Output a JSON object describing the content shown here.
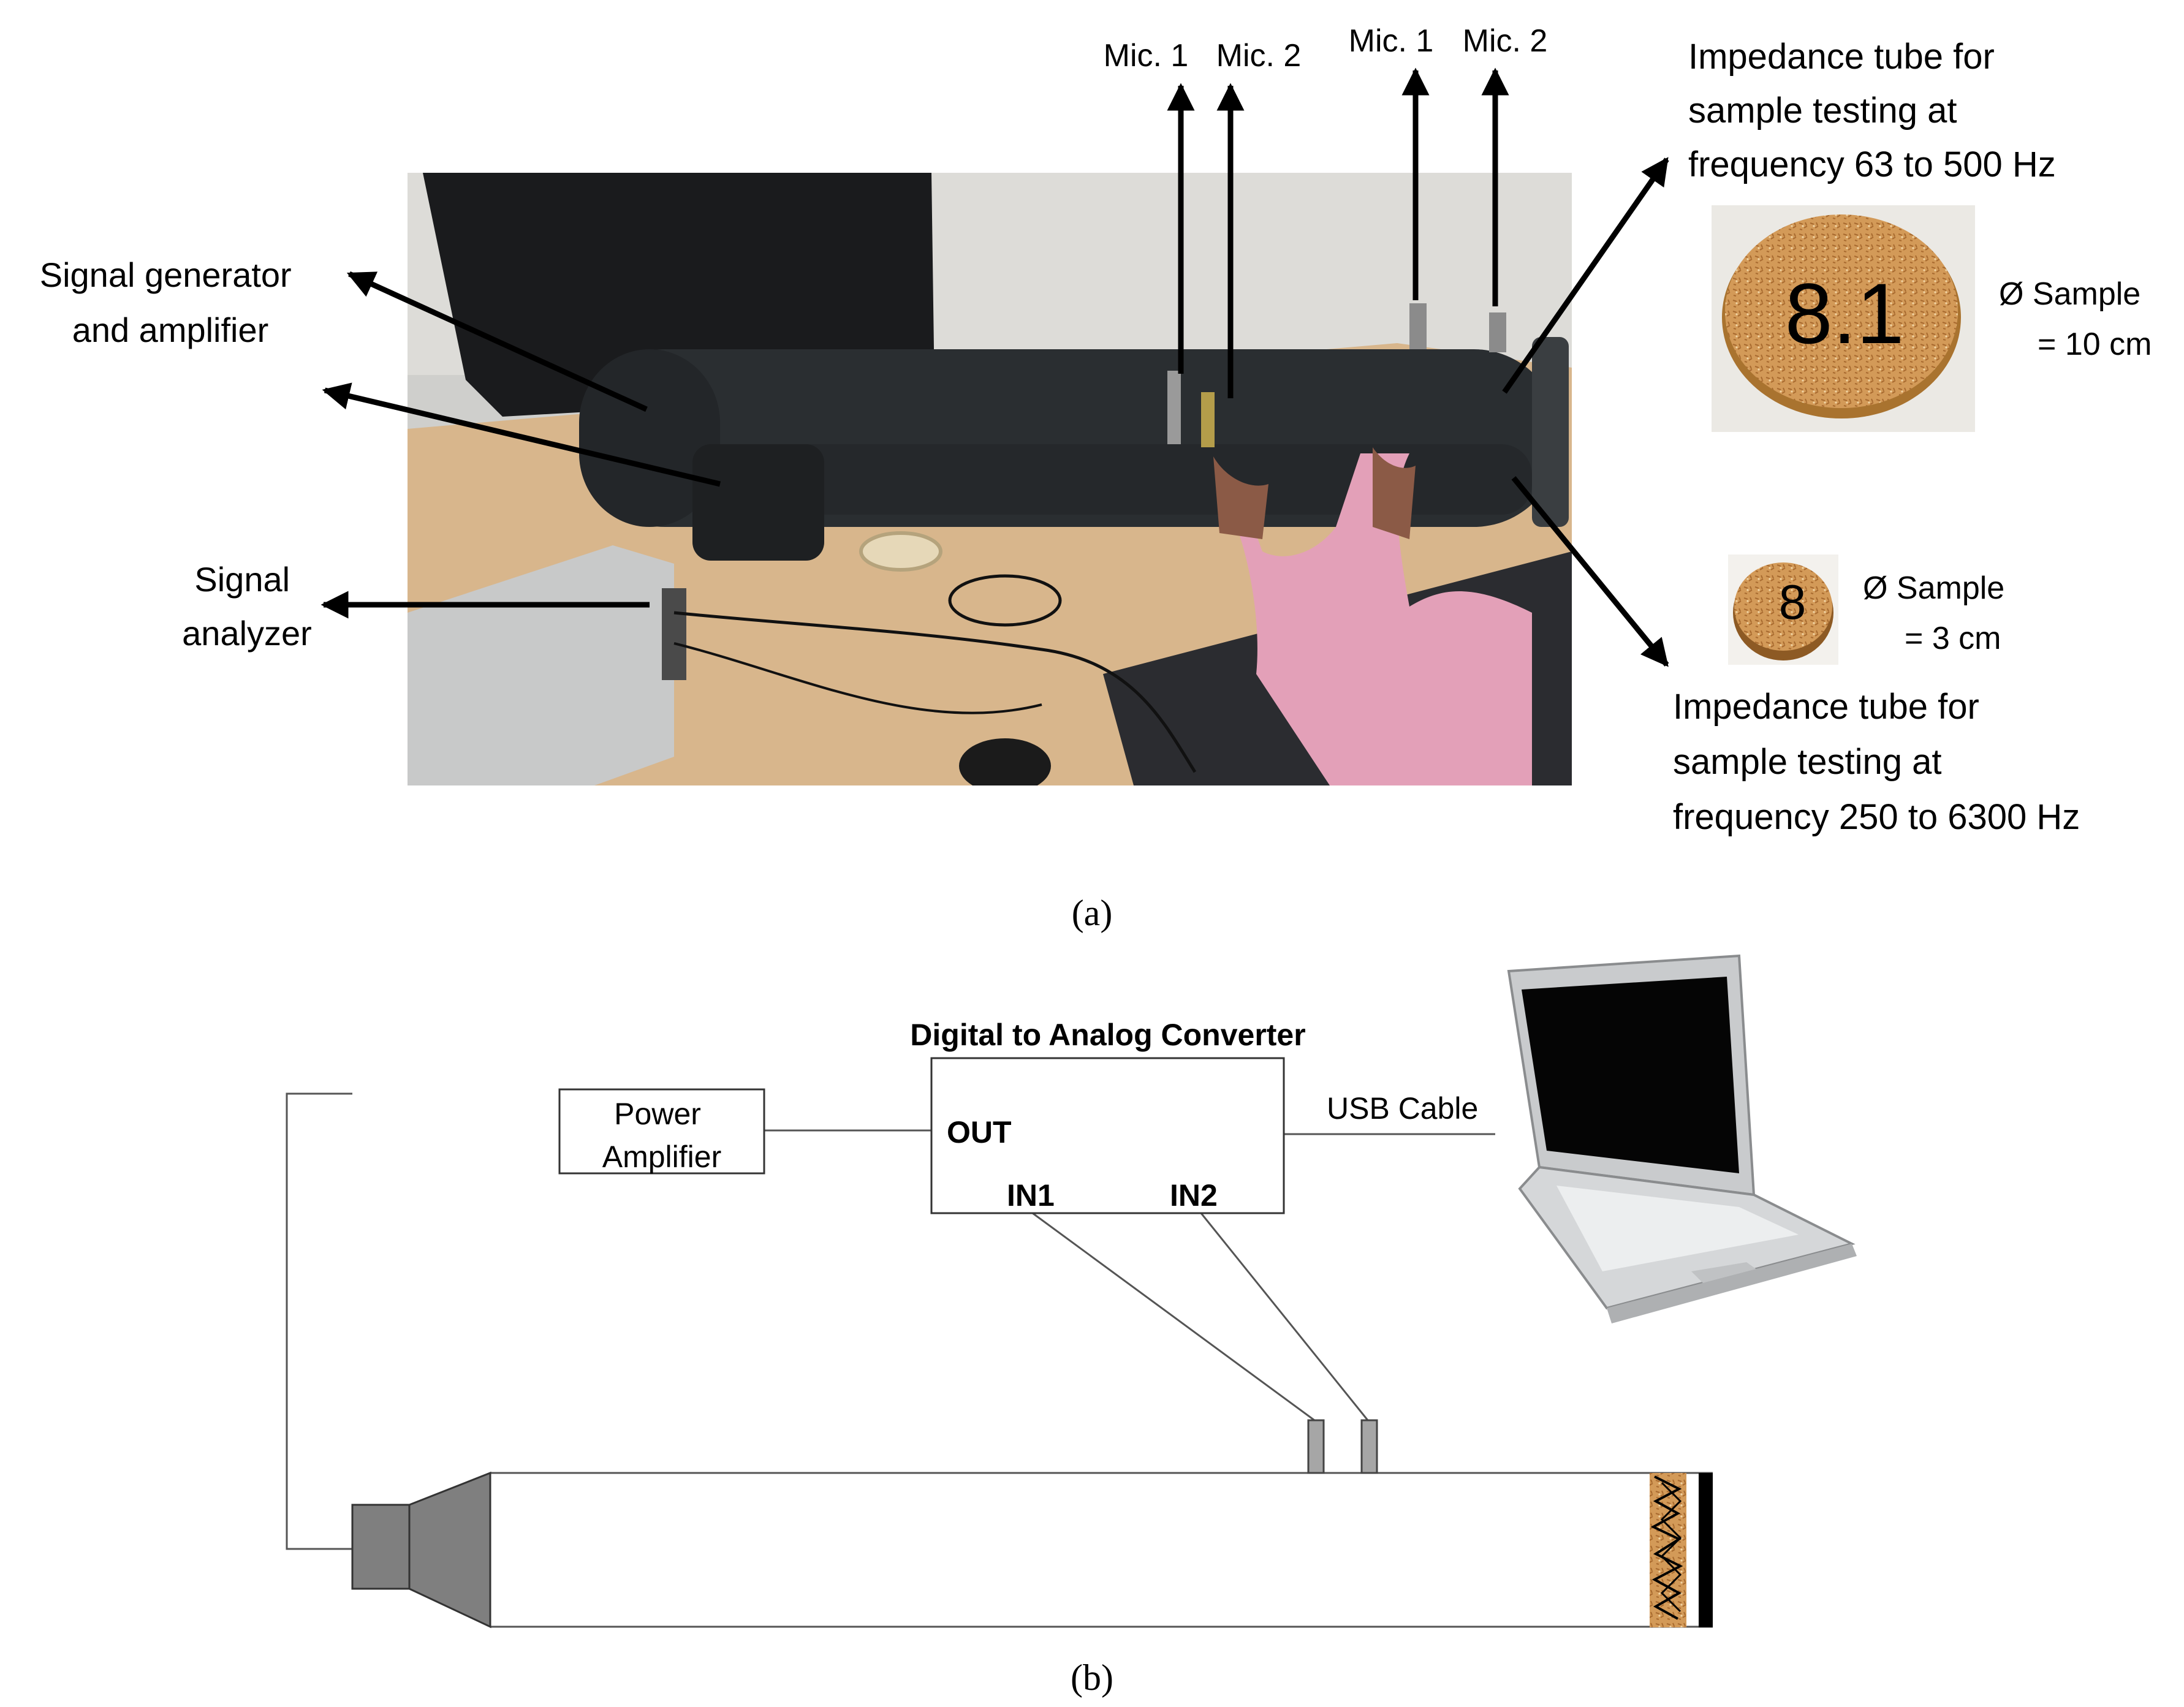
{
  "panel_a": {
    "caption": "(a)",
    "labels": {
      "signal_generator": [
        "Signal generator",
        "and amplifier"
      ],
      "signal_analyzer": [
        "Signal",
        "analyzer"
      ],
      "mic1_small": "Mic. 1",
      "mic2_small": "Mic. 2",
      "mic1_large": "Mic. 1",
      "mic2_large": "Mic. 2",
      "tube_large": [
        "Impedance tube for",
        "sample testing at",
        "frequency 63 to 500 Hz"
      ],
      "tube_small": [
        "Impedance tube for",
        "sample testing at",
        "frequency 250 to 6300 Hz"
      ],
      "sample_large": [
        "Ø Sample",
        "= 10 cm"
      ],
      "sample_small": [
        "Ø Sample",
        "= 3 cm"
      ],
      "sample_large_marking": "8.1",
      "sample_small_marking": "8"
    }
  },
  "panel_b": {
    "caption": "(b)",
    "labels": {
      "dac_title": "Digital to Analog Converter",
      "out": "OUT",
      "in1": "IN1",
      "in2": "IN2",
      "power_amp": [
        "Power",
        "Amplifier"
      ],
      "usb": "USB Cable"
    }
  },
  "colors": {
    "tube": "#2a2e31",
    "desk": "#d8b68c",
    "wall": "#cfcfcc",
    "speaker": "#7f7f7f",
    "mic": "#a6a6a6",
    "cork": "#c98e4e"
  }
}
